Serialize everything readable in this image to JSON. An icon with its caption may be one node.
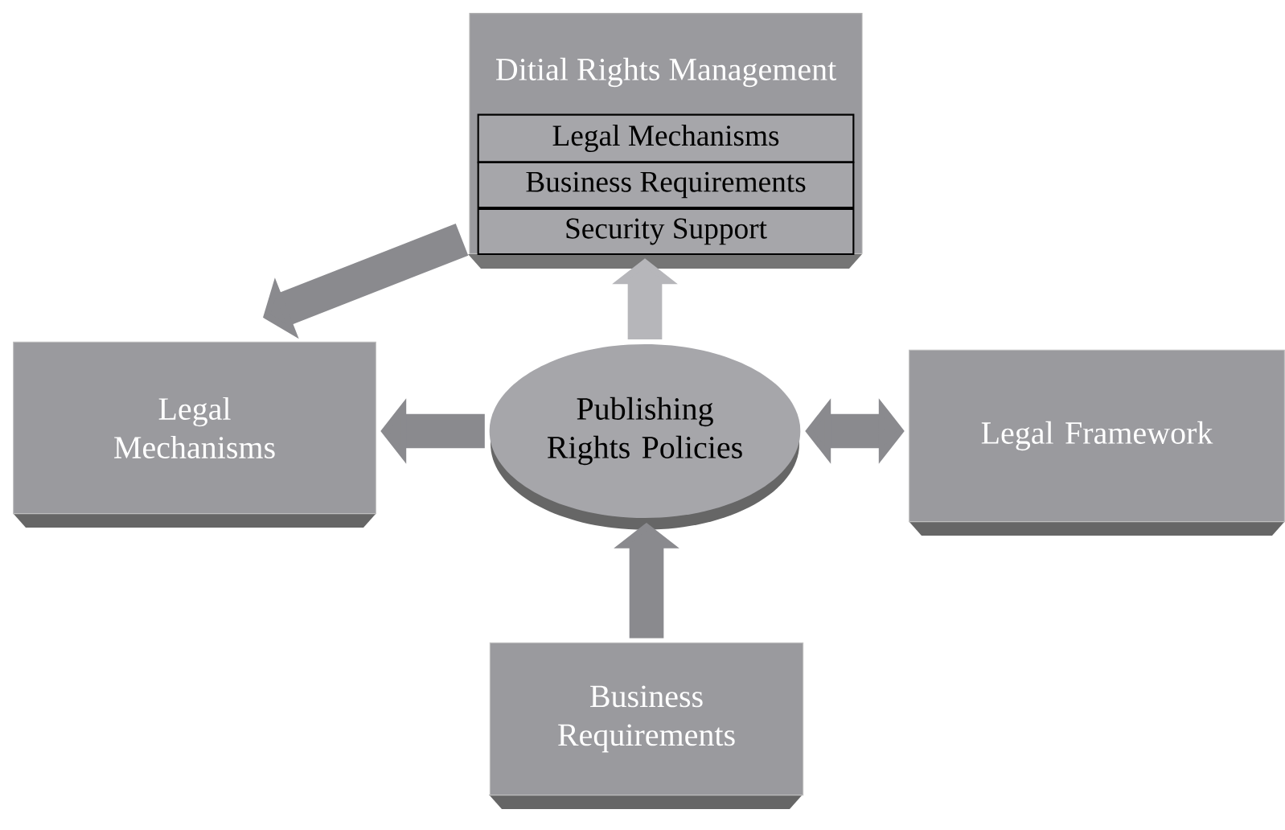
{
  "diagram": {
    "nodes": [
      {
        "text": [
          "Ditial Rights Management"
        ]
      },
      {
        "text": [
          "Legal Mechanisms"
        ],
        "in": 0
      },
      {
        "text": [
          "Business Requirements"
        ],
        "in": 0
      },
      {
        "text": [
          "Security Support"
        ],
        "in": 0
      },
      {
        "text": [
          "Legal Mechanisms"
        ]
      },
      {
        "text": [
          "Publishing Rights Policies"
        ]
      },
      {
        "text": [
          "Legal Framework"
        ]
      },
      {
        "text": [
          "Business Requirements"
        ]
      }
    ],
    "edges": [
      {
        "from": 5,
        "to": 0,
        "arrow": "to",
        "color": "#b6b6ba"
      },
      {
        "from": 0,
        "to": 4,
        "arrow": "to"
      },
      {
        "from": 5,
        "to": 4,
        "arrow": "to"
      },
      {
        "from": 5,
        "to": 6,
        "arrow": "both"
      },
      {
        "from": 7,
        "to": 5,
        "arrow": "to"
      }
    ]
  }
}
